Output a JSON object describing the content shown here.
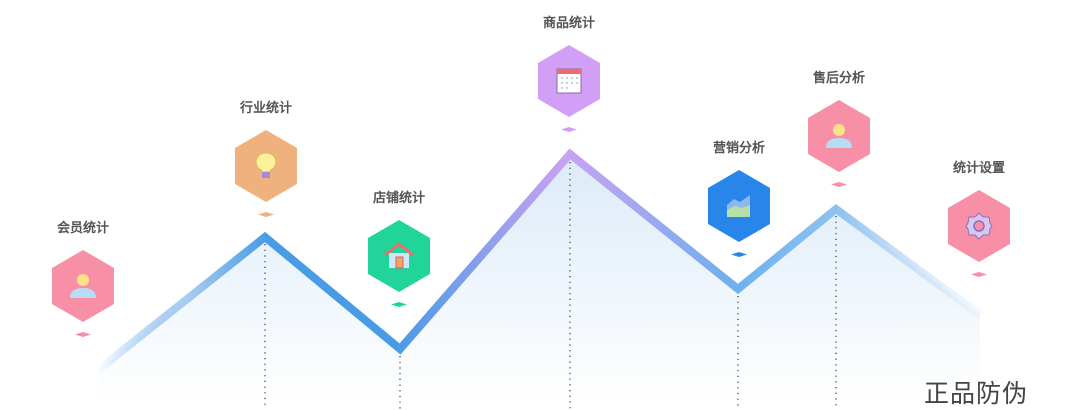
{
  "nodes": [
    {
      "label": "会员统计",
      "icon": "user-icon",
      "color": "#f78fa7"
    },
    {
      "label": "行业统计",
      "icon": "lightbulb-icon",
      "color": "#efb27e"
    },
    {
      "label": "店铺统计",
      "icon": "house-icon",
      "color": "#20d49a"
    },
    {
      "label": "商品统计",
      "icon": "calendar-icon",
      "color": "#d19ff5"
    },
    {
      "label": "营销分析",
      "icon": "area-chart-icon",
      "color": "#2886ea"
    },
    {
      "label": "售后分析",
      "icon": "user-icon",
      "color": "#f78fa7"
    },
    {
      "label": "统计设置",
      "icon": "gear-icon",
      "color": "#f78fa7"
    }
  ],
  "brand_text": "正品防伪"
}
